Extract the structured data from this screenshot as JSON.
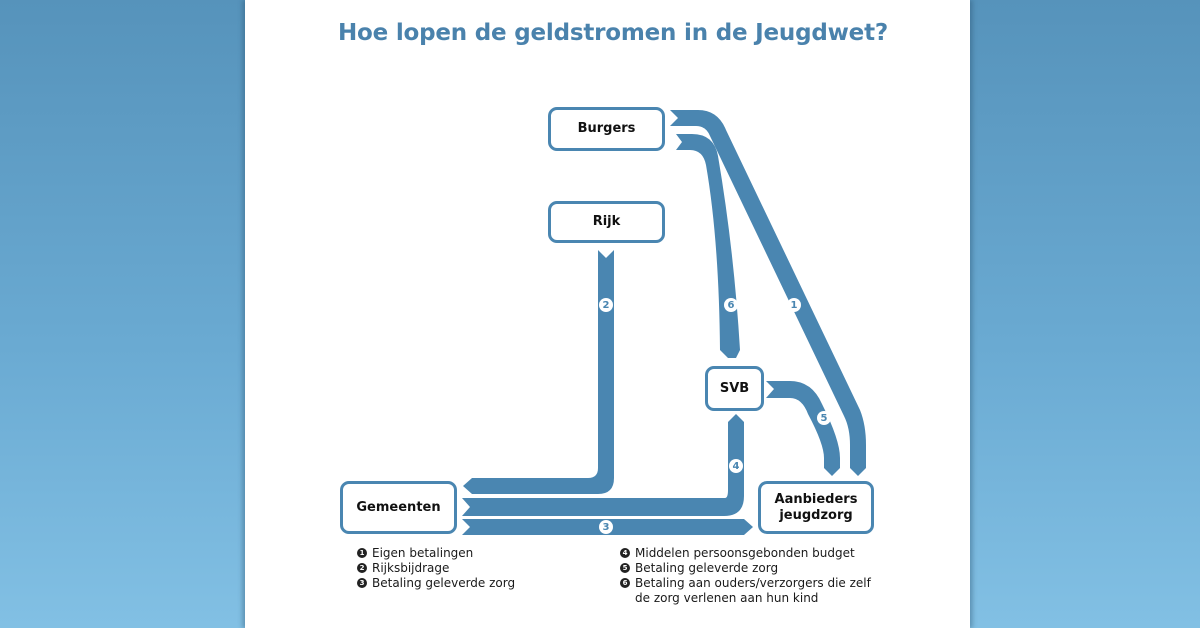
{
  "title": "Hoe lopen de geldstromen in de Jeugdwet?",
  "colors": {
    "flow": "#4a86b1",
    "title": "#4a82ac",
    "node_border": "#4a86b1",
    "background_top": "#5693bb",
    "background_bottom": "#82c0e4"
  },
  "nodes": {
    "burgers": "Burgers",
    "rijk": "Rijk",
    "svb": "SVB",
    "gemeenten": "Gemeenten",
    "aanbieders": "Aanbieders\njeugdzorg"
  },
  "flows": [
    {
      "id": "1",
      "from": "Burgers",
      "to": "Aanbieders jeugdzorg"
    },
    {
      "id": "2",
      "from": "Rijk",
      "to": "Gemeenten"
    },
    {
      "id": "3",
      "from": "Gemeenten",
      "to": "Aanbieders jeugdzorg"
    },
    {
      "id": "4",
      "from": "Gemeenten",
      "to": "SVB"
    },
    {
      "id": "5",
      "from": "SVB",
      "to": "Aanbieders jeugdzorg"
    },
    {
      "id": "6",
      "from": "SVB",
      "to": "Burgers"
    }
  ],
  "legend": {
    "left": [
      {
        "num": "1",
        "text": "Eigen betalingen"
      },
      {
        "num": "2",
        "text": "Rijksbijdrage"
      },
      {
        "num": "3",
        "text": "Betaling geleverde zorg"
      }
    ],
    "right": [
      {
        "num": "4",
        "text": "Middelen persoonsgebonden budget"
      },
      {
        "num": "5",
        "text": "Betaling geleverde zorg"
      },
      {
        "num": "6",
        "text": "Betaling aan ouders/verzorgers die zelf\nde zorg verlenen aan hun kind"
      }
    ]
  }
}
